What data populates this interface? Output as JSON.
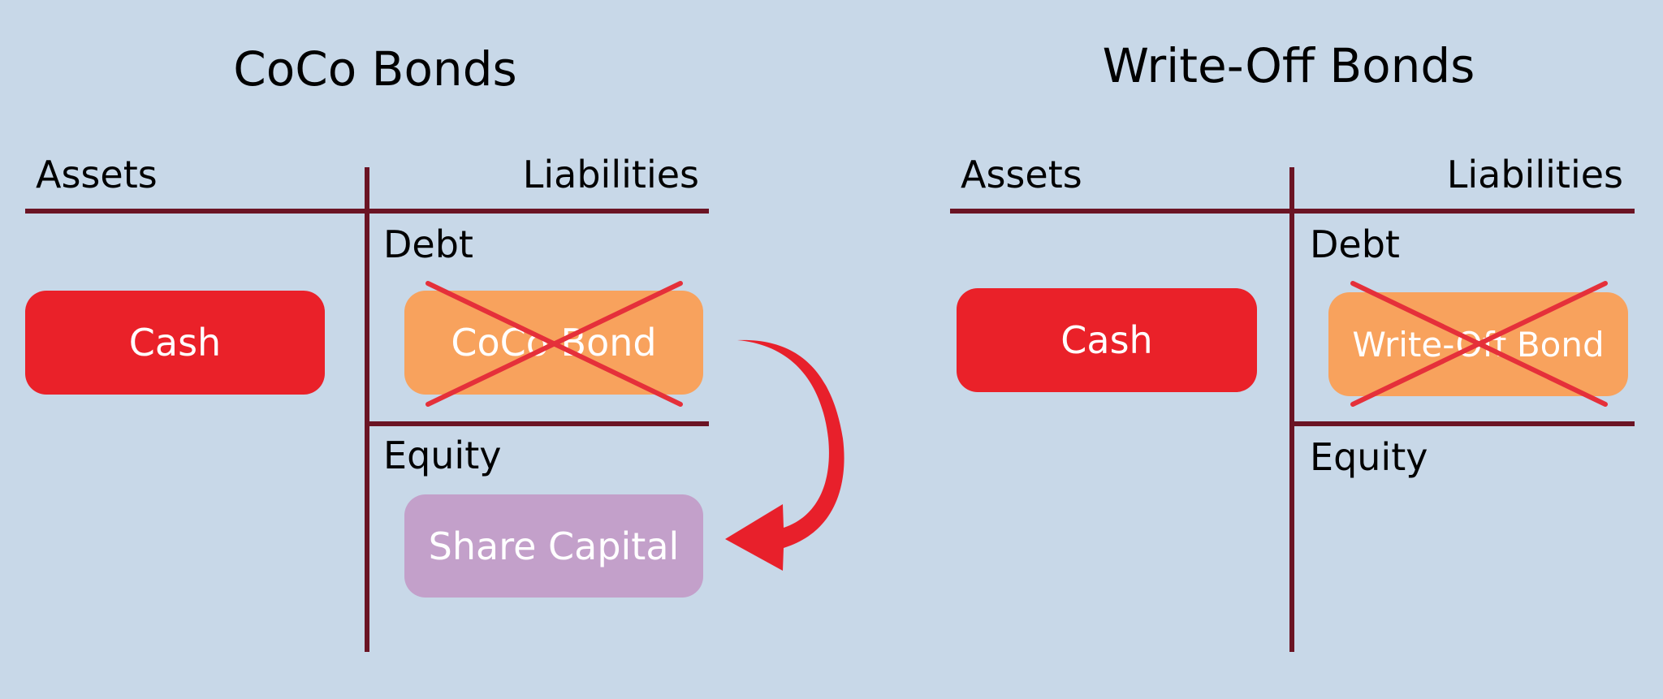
{
  "colors": {
    "background": "#c8d8e8",
    "ledger_line": "#6b1424",
    "cash": "#ea2129",
    "bond": "#f8a25d",
    "share_capital": "#c3a0ca",
    "cross": "#e5303a",
    "arrow": "#e8202b"
  },
  "coco": {
    "title": "CoCo Bonds",
    "assets_label": "Assets",
    "liabilities_label": "Liabilities",
    "debt_label": "Debt",
    "equity_label": "Equity",
    "cash_label": "Cash",
    "bond_label": "CoCo Bond",
    "share_capital_label": "Share Capital"
  },
  "writeoff": {
    "title": "Write-Off Bonds",
    "assets_label": "Assets",
    "liabilities_label": "Liabilities",
    "debt_label": "Debt",
    "equity_label": "Equity",
    "cash_label": "Cash",
    "bond_label": "Write-Off Bond"
  }
}
